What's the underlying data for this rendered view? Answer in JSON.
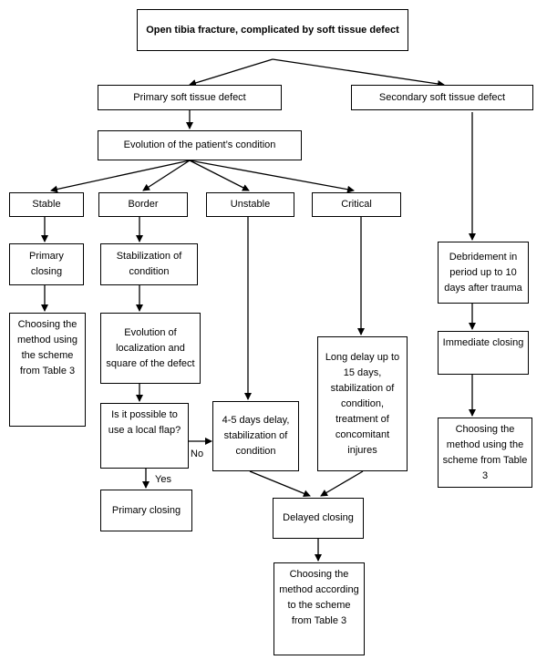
{
  "nodes": {
    "root": "Open tibia fracture, complicated by soft tissue defect",
    "primary_defect": "Primary soft tissue defect",
    "secondary_defect": "Secondary soft tissue defect",
    "evolution_condition": "Evolution of the patient’s  condition",
    "stable": "Stable",
    "border": "Border",
    "unstable": "Unstable",
    "critical": "Critical",
    "primary_closing_1": "Primary closing",
    "stabilization": "Stabilization of condition",
    "choosing_table3_a": "Choosing the method using the scheme from Table 3",
    "evolution_localization": "Evolution of localization and square of the defect",
    "local_flap_question": "Is it possible to use a local flap?",
    "primary_closing_2": "Primary closing",
    "delay_4_5": "4-5 days delay, stabilization of condition",
    "long_delay": "Long delay up to 15 days, stabilization of condition, treatment of concomitant injures",
    "delayed_closing": "Delayed closing",
    "choosing_table3_b": "Choosing the method according to the scheme from Table 3",
    "debridement": "Debridement in period up to 10 days after trauma",
    "immediate_closing": "Immediate closing",
    "choosing_table3_c": "Choosing the method using the scheme from Table 3"
  },
  "edge_labels": {
    "no": "No",
    "yes": "Yes"
  }
}
